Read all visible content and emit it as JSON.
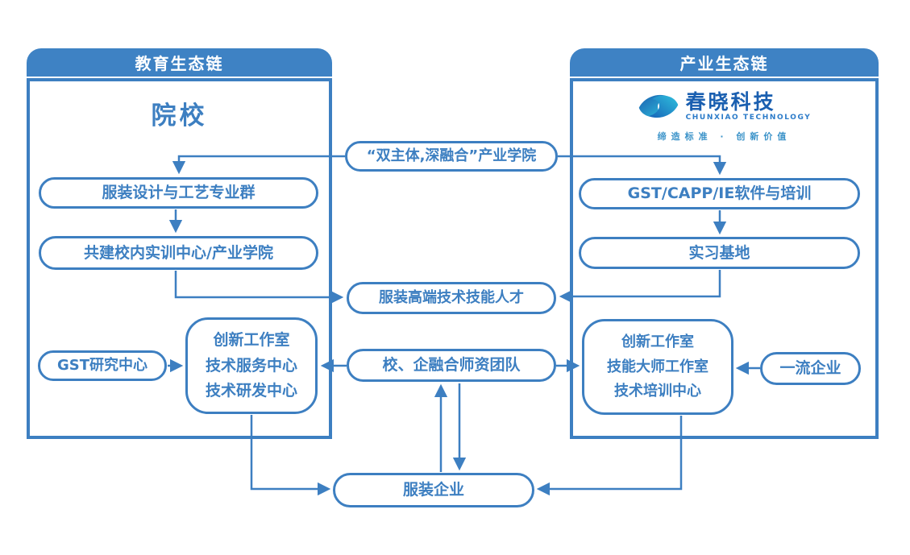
{
  "colors": {
    "primary": "#3d7fc1",
    "header_bg": "#3e82c4",
    "logo_blue": "#1a5fb0",
    "logo_en_blue": "#2b7bc9",
    "tagline_teal": "#3b93c9",
    "icon_gradient_start": "#1763b8",
    "icon_gradient_end": "#2fc0dd"
  },
  "panels": {
    "education": {
      "header": "教育生态链",
      "title": "院校"
    },
    "industry": {
      "header": "产业生态链",
      "logo": {
        "name": "春晓科技",
        "name_en": "CHUNXIAO TECHNOLOGY",
        "slogan": "缔造标准 · 创新价值"
      }
    }
  },
  "nodes": {
    "industry_college": "“双主体,深融合”产业学院",
    "major_group": "服装设计与工艺专业群",
    "training_center": "共建校内实训中心/产业学院",
    "talent": "服装高端技术技能人才",
    "gst_research": "GST研究中心",
    "edu_centers": [
      "创新工作室",
      "技术服务中心",
      "技术研发中心"
    ],
    "teacher_team": "校、企融合师资团队",
    "software_training": "GST/CAPP/IE软件与培训",
    "internship_base": "实习基地",
    "industry_centers": [
      "创新工作室",
      "技能大师工作室",
      "技术培训中心"
    ],
    "top_enterprise": "一流企业",
    "garment_enterprise": "服装企业"
  }
}
